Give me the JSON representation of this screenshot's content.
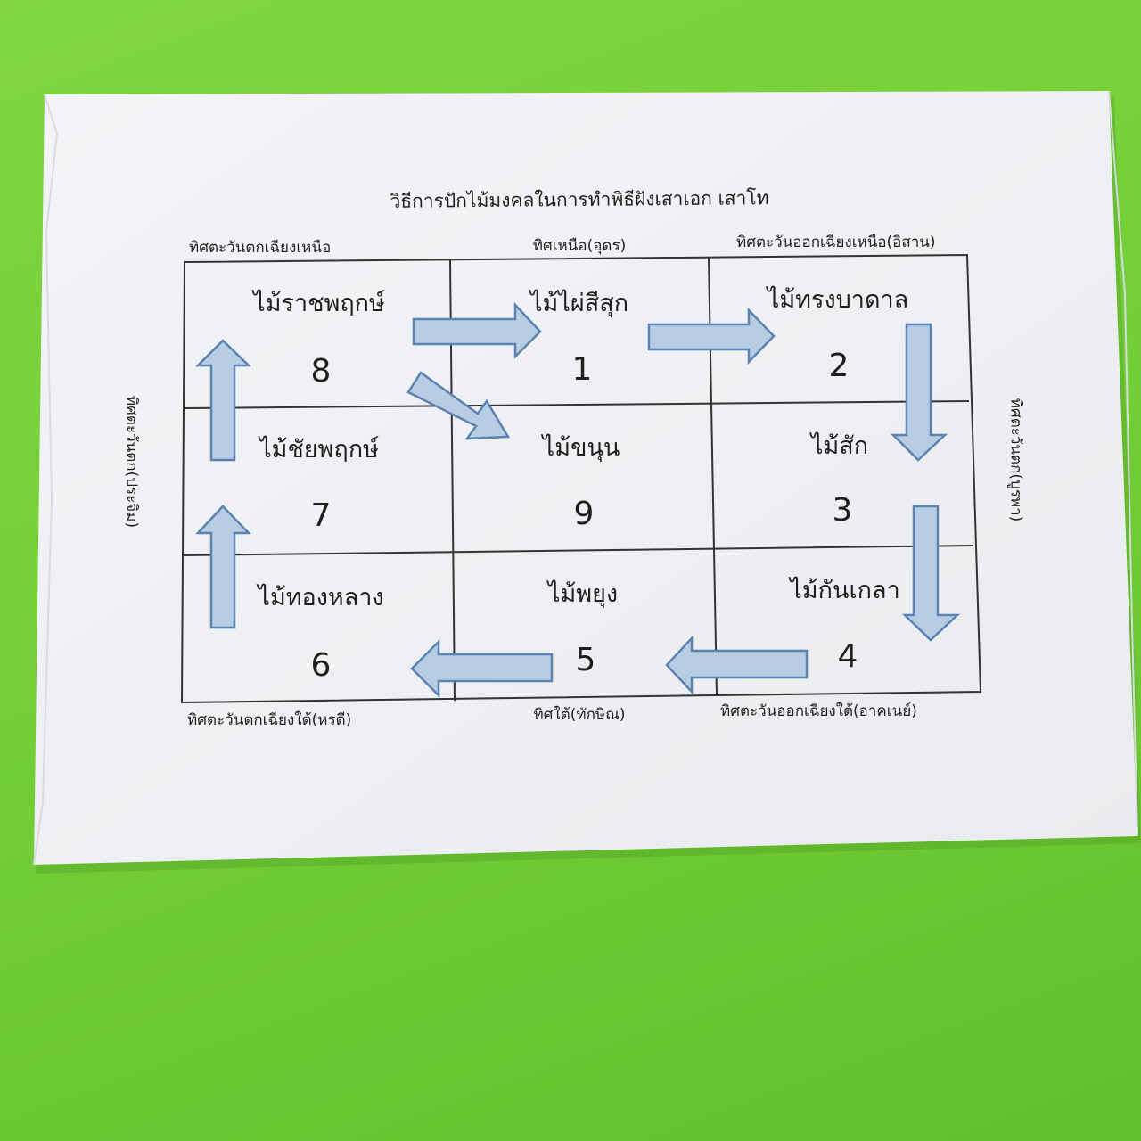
{
  "title": "วิธีการปักไม้มงคลในการทำพิธีฝังเสาเอก เสาโท",
  "directions": {
    "north_west": "ทิศตะวันตกเฉียงเหนือ",
    "north": "ทิศเหนือ(อุดร)",
    "north_east": "ทิศตะวันออกเฉียงเหนือ(อิสาน)",
    "west": "ทิศตะวันตก(ประจิม)",
    "east": "ทิศตะวันตก(บูรพา)",
    "south_west": "ทิศตะวันตกเฉียงใต้(หรดี)",
    "south": "ทิศใต้(ทักษิณ)",
    "south_east": "ทิศตะวันออกเฉียงใต้(อาคเนย์)"
  },
  "cells": [
    {
      "name": "ไม้ราชพฤกษ์",
      "number": "8"
    },
    {
      "name": "ไม้ไผ่สีสุก",
      "number": "1"
    },
    {
      "name": "ไม้ทรงบาดาล",
      "number": "2"
    },
    {
      "name": "ไม้ชัยพฤกษ์",
      "number": "7"
    },
    {
      "name": "ไม้ขนุน",
      "number": "9"
    },
    {
      "name": "ไม้สัก",
      "number": "3"
    },
    {
      "name": "ไม้ทองหลาง",
      "number": "6"
    },
    {
      "name": "ไม้พยุง",
      "number": "5"
    },
    {
      "name": "ไม้กันเกลา",
      "number": "4"
    }
  ],
  "colors": {
    "background": "#74cf38",
    "paper": "#f4f5f7",
    "arrow_fill": "#b9cde2",
    "arrow_stroke": "#5b82b3",
    "grid_line": "#333333"
  }
}
